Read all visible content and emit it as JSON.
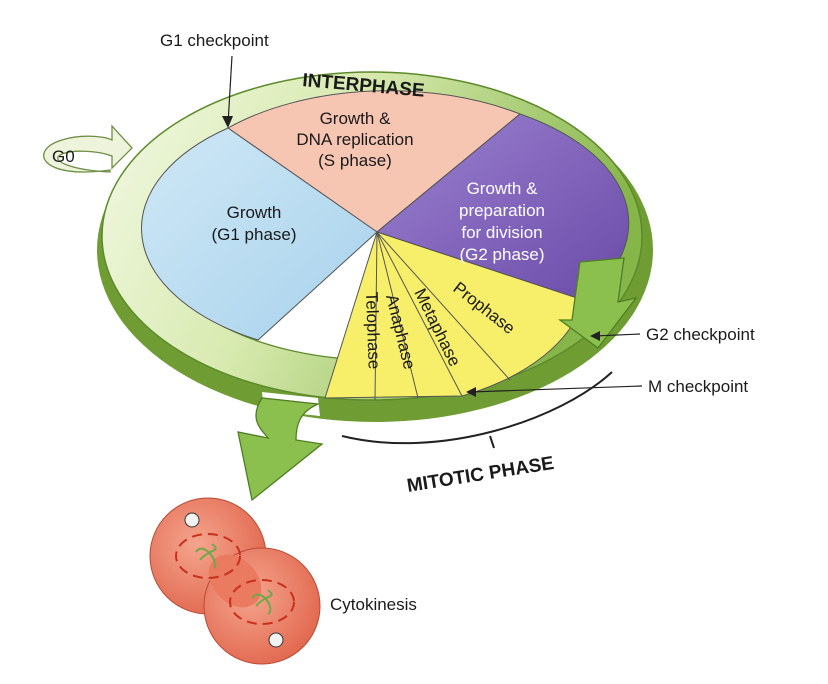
{
  "title": "INTERPHASE",
  "mitotic_title": "MITOTIC PHASE",
  "colors": {
    "ring_light": "#eef6dc",
    "ring_mid": "#c6df8a",
    "ring_dark": "#7fae3e",
    "g1": "#bfe0f2",
    "s": "#f7c6b3",
    "g2": "#8a6cc2",
    "mitosis": "#f7ef6a",
    "cell": "#eb7c62"
  },
  "checkpoints": {
    "g1": "G1 checkpoint",
    "g2": "G2 checkpoint",
    "m": "M checkpoint"
  },
  "g0": "G0",
  "sectors": {
    "s": [
      "Growth &",
      "DNA replication",
      "(S phase)"
    ],
    "g1": [
      "Growth",
      "(G1 phase)"
    ],
    "g2": [
      "Growth &",
      "preparation",
      "for division",
      "(G2 phase)"
    ]
  },
  "mitosis": {
    "prophase": "Prophase",
    "metaphase": "Metaphase",
    "anaphase": "Anaphase",
    "telophase": "Telophase"
  },
  "cytokinesis": "Cytokinesis"
}
